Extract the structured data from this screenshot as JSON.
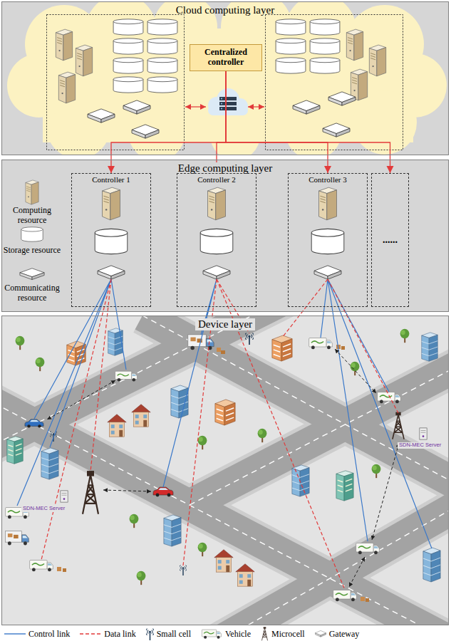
{
  "diagram": {
    "nodes": [
      {
        "text": [
          "Cloud computing layer"
        ]
      },
      {
        "text": [
          "Centralized controller"
        ],
        "in": 0
      },
      {
        "text": [
          "Edge computing layer"
        ]
      },
      {
        "text": [
          "Controller 1"
        ],
        "in": 2
      },
      {
        "text": [
          "Controller 2"
        ],
        "in": 2
      },
      {
        "text": [
          "Controller 3"
        ],
        "in": 2
      },
      {
        "text": [
          "......"
        ],
        "in": 2
      },
      {
        "text": [
          "Device layer"
        ]
      }
    ],
    "edges": [
      {
        "from": 1,
        "to": 3,
        "arrow": "to"
      },
      {
        "from": 1,
        "to": 4,
        "arrow": "to"
      },
      {
        "from": 1,
        "to": 5,
        "arrow": "to"
      },
      {
        "from": 1,
        "to": 6,
        "arrow": "to"
      }
    ],
    "labels": [
      "Computing resource",
      "Storage resource",
      "Communicating resource",
      "SDN-MEC Server",
      "SDN-MEC Server"
    ],
    "legend": [
      {
        "text": "Control link"
      },
      {
        "text": "Data link"
      },
      {
        "text": "Small cell"
      },
      {
        "text": "Vehicle"
      },
      {
        "text": "Microcell"
      },
      {
        "text": "Gateway"
      }
    ]
  }
}
